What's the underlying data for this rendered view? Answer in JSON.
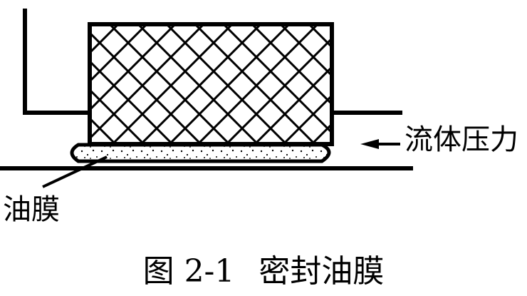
{
  "figure": {
    "number": "图 2-1",
    "title": "密封油膜"
  },
  "labels": {
    "fluid_pressure": "流体压力",
    "oil_film": "油膜"
  },
  "colors": {
    "ink": "#000000",
    "background": "#ffffff"
  }
}
